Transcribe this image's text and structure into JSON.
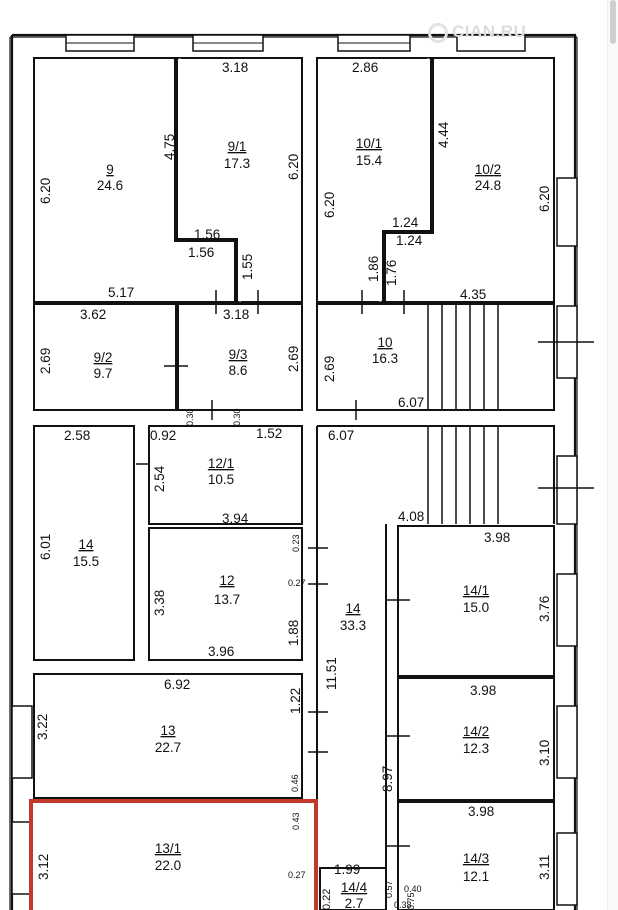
{
  "watermark": {
    "text": "CIAN.RU",
    "icon": "cian-logo-icon"
  },
  "highlight_color": "#c0392b",
  "rooms": [
    {
      "id": "9",
      "area": "24.6"
    },
    {
      "id": "9/1",
      "area": "17.3"
    },
    {
      "id": "10/1",
      "area": "15.4"
    },
    {
      "id": "10/2",
      "area": "24.8"
    },
    {
      "id": "9/2",
      "area": "9.7"
    },
    {
      "id": "9/3",
      "area": "8.6"
    },
    {
      "id": "10",
      "area": "16.3"
    },
    {
      "id": "12/1",
      "area": "10.5"
    },
    {
      "id": "14",
      "area": "15.5"
    },
    {
      "id": "12",
      "area": "13.7"
    },
    {
      "id": "14",
      "area": "33.3"
    },
    {
      "id": "14/1",
      "area": "15.0"
    },
    {
      "id": "13",
      "area": "22.7"
    },
    {
      "id": "14/2",
      "area": "12.3"
    },
    {
      "id": "13/1",
      "area": "22.0"
    },
    {
      "id": "14/3",
      "area": "12.1"
    },
    {
      "id": "14/4",
      "area": "2.7"
    }
  ],
  "dimensions": [
    "3.18",
    "2.86",
    "4.75",
    "4.44",
    "6.20",
    "6.20",
    "6.20",
    "6.20",
    "1.56",
    "1.56",
    "1.24",
    "1.24",
    "1.55",
    "1.86",
    "1.76",
    "5.17",
    "4.35",
    "3.62",
    "3.18",
    "2.69",
    "2.69",
    "2.69",
    "6.07",
    "6.07",
    "0.30",
    "0.30",
    "0.92",
    "1.52",
    "2.58",
    "2.54",
    "3.94",
    "6.01",
    "4.08",
    "3.98",
    "0.23",
    "0.27",
    "3.38",
    "3.76",
    "1.88",
    "3.96",
    "11.51",
    "6.92",
    "3.98",
    "1.22",
    "3.22",
    "3.10",
    "0.46",
    "8.97",
    "3.98",
    "0.43",
    "3.12",
    "3.11",
    "0.27",
    "1.99",
    "0.57",
    "0.40",
    "0.22",
    "0.38",
    "0.75"
  ]
}
